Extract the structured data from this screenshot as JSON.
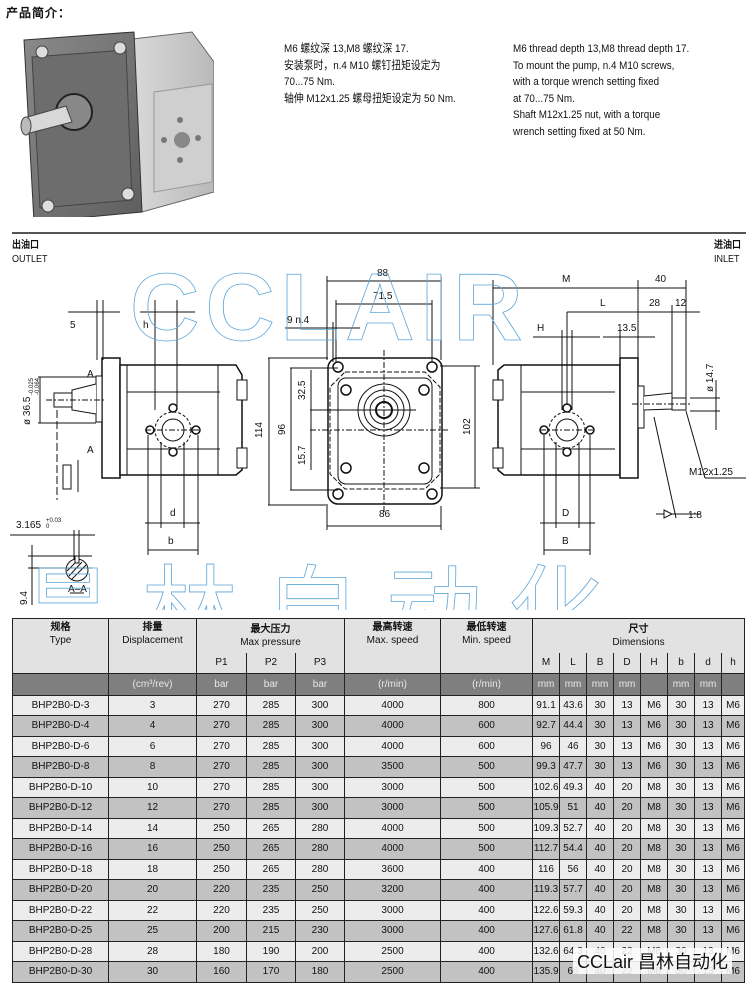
{
  "section_title": "产品简介：",
  "description_cn": [
    "M6 螺纹深 13,M8 螺纹深 17.",
    "安装泵时，n.4 M10 螺钉扭矩设定为",
    "70...75 Nm.",
    "轴伸 M12x1.25 螺母扭矩设定为 50 Nm."
  ],
  "description_en": [
    "M6 thread depth 13,M8 thread depth 17.",
    "To mount the pump, n.4 M10 screws,",
    "with a torque wrench setting fixed",
    "at 70...75 Nm.",
    "Shaft M12x1.25 nut, with a torque",
    "wrench setting fixed at 50 Nm."
  ],
  "outlet": {
    "cn": "出油口",
    "en": "OUTLET"
  },
  "inlet": {
    "cn": "进油口",
    "en": "INLET"
  },
  "drawing": {
    "left_view": {
      "dim_5": "5",
      "dim_h": "h",
      "dim_d": "d",
      "dim_b": "b",
      "section_A": "A",
      "shaft_dia": "ø 36.5",
      "shaft_tol_upper": "-0.025",
      "shaft_tol_lower": "-0.064",
      "key_width": "3.165",
      "key_tol_upper": "+0.03",
      "key_tol_lower": "0",
      "key_height": "9.4",
      "section_label": "A–A"
    },
    "front_view": {
      "dim_88": "88",
      "dim_71_5": "71.5",
      "dim_9n4": "9 n.4",
      "dim_114": "114",
      "dim_96": "96",
      "dim_32_5": "32.5",
      "dim_15_7": "15.7",
      "dim_86": "86",
      "dim_102": "102"
    },
    "right_view": {
      "dim_M": "M",
      "dim_L": "L",
      "dim_H": "H",
      "dim_13_5": "13.5",
      "dim_40": "40",
      "dim_28": "28",
      "dim_12": "12",
      "dim_14_7": "ø 14.7",
      "thread": "M12x1.25",
      "taper": "1:8",
      "dim_D": "D",
      "dim_B": "B"
    }
  },
  "watermarks": {
    "latin": "CCLAIR",
    "chinese": "昌林自动化",
    "bottom": "CCLair 昌林自动化"
  },
  "table": {
    "headers": {
      "type": {
        "cn": "规格",
        "en": "Type"
      },
      "displacement": {
        "cn": "排量",
        "en": "Displacement"
      },
      "max_pressure": {
        "cn": "最大压力",
        "en": "Max pressure"
      },
      "max_speed": {
        "cn": "最高转速",
        "en": "Max. speed"
      },
      "min_speed": {
        "cn": "最低转速",
        "en": "Min. speed"
      },
      "dimensions": {
        "cn": "尺寸",
        "en": "Dimensions"
      },
      "p_cols": [
        "P1",
        "P2",
        "P3"
      ],
      "dim_cols": [
        "M",
        "L",
        "B",
        "D",
        "H",
        "b",
        "d",
        "h"
      ]
    },
    "units": {
      "displacement": "(cm³/rev)",
      "pressure": [
        "bar",
        "bar",
        "bar"
      ],
      "max_speed": "(r/min)",
      "min_speed": "(r/min)",
      "dims": [
        "mm",
        "mm",
        "mm",
        "mm",
        "",
        "mm",
        "mm",
        ""
      ]
    },
    "rows": [
      [
        "BHP2B0-D-3",
        "3",
        "270",
        "285",
        "300",
        "4000",
        "800",
        "91.1",
        "43.6",
        "30",
        "13",
        "M6",
        "30",
        "13",
        "M6"
      ],
      [
        "BHP2B0-D-4",
        "4",
        "270",
        "285",
        "300",
        "4000",
        "600",
        "92.7",
        "44.4",
        "30",
        "13",
        "M6",
        "30",
        "13",
        "M6"
      ],
      [
        "BHP2B0-D-6",
        "6",
        "270",
        "285",
        "300",
        "4000",
        "600",
        "96",
        "46",
        "30",
        "13",
        "M6",
        "30",
        "13",
        "M6"
      ],
      [
        "BHP2B0-D-8",
        "8",
        "270",
        "285",
        "300",
        "3500",
        "500",
        "99.3",
        "47.7",
        "30",
        "13",
        "M6",
        "30",
        "13",
        "M6"
      ],
      [
        "BHP2B0-D-10",
        "10",
        "270",
        "285",
        "300",
        "3000",
        "500",
        "102.6",
        "49.3",
        "40",
        "20",
        "M8",
        "30",
        "13",
        "M6"
      ],
      [
        "BHP2B0-D-12",
        "12",
        "270",
        "285",
        "300",
        "3000",
        "500",
        "105.9",
        "51",
        "40",
        "20",
        "M8",
        "30",
        "13",
        "M6"
      ],
      [
        "BHP2B0-D-14",
        "14",
        "250",
        "265",
        "280",
        "4000",
        "500",
        "109.3",
        "52.7",
        "40",
        "20",
        "M8",
        "30",
        "13",
        "M6"
      ],
      [
        "BHP2B0-D-16",
        "16",
        "250",
        "265",
        "280",
        "4000",
        "500",
        "112.7",
        "54.4",
        "40",
        "20",
        "M8",
        "30",
        "13",
        "M6"
      ],
      [
        "BHP2B0-D-18",
        "18",
        "250",
        "265",
        "280",
        "3600",
        "400",
        "116",
        "56",
        "40",
        "20",
        "M8",
        "30",
        "13",
        "M6"
      ],
      [
        "BHP2B0-D-20",
        "20",
        "220",
        "235",
        "250",
        "3200",
        "400",
        "119.3",
        "57.7",
        "40",
        "20",
        "M8",
        "30",
        "13",
        "M6"
      ],
      [
        "BHP2B0-D-22",
        "22",
        "220",
        "235",
        "250",
        "3000",
        "400",
        "122.6",
        "59.3",
        "40",
        "20",
        "M8",
        "30",
        "13",
        "M6"
      ],
      [
        "BHP2B0-D-25",
        "25",
        "200",
        "215",
        "230",
        "3000",
        "400",
        "127.6",
        "61.8",
        "40",
        "22",
        "M8",
        "30",
        "13",
        "M6"
      ],
      [
        "BHP2B0-D-28",
        "28",
        "180",
        "190",
        "200",
        "2500",
        "400",
        "132.6",
        "64.3",
        "40",
        "22",
        "M8",
        "30",
        "13",
        "M6"
      ],
      [
        "BHP2B0-D-30",
        "30",
        "160",
        "170",
        "180",
        "2500",
        "400",
        "135.9",
        "66",
        "40",
        "22",
        "M8",
        "30",
        "13",
        "M6"
      ]
    ]
  }
}
